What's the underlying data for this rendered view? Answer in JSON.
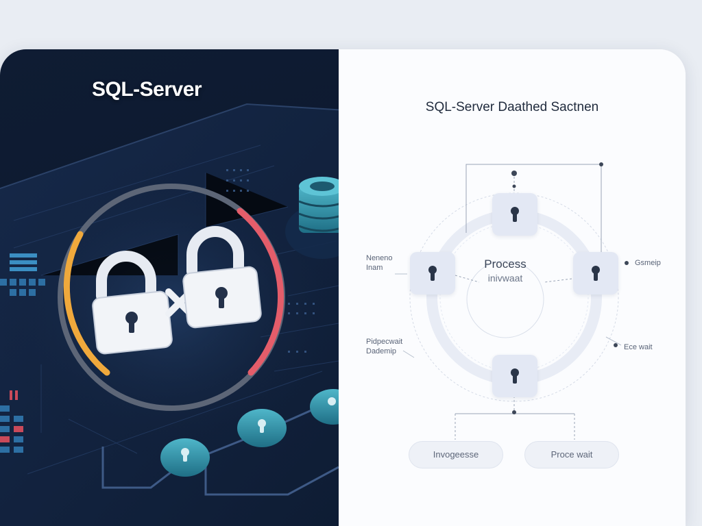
{
  "left_panel": {
    "title": "SQL-Server"
  },
  "right_panel": {
    "title": "SQL-Server Daathed Sactnen",
    "center": {
      "line1": "Process",
      "line2": "inivwaat"
    },
    "labels": {
      "left_top_1": "Neneno",
      "left_top_2": "Inam",
      "right_top": "Gsmeip",
      "left_bottom_1": "Pidpecwait",
      "left_bottom_2": "Dademip",
      "right_bottom": "Ece wait"
    },
    "pills": {
      "left": "Invogeesse",
      "right": "Proce wait"
    }
  },
  "colors": {
    "dark_bg": "#0f1c33",
    "ring_orange": "#f0a93c",
    "ring_red": "#e45d6a",
    "ring_gray": "#5d6677",
    "teal": "#2f93a8",
    "node_bg": "#e3e8f4",
    "node_icon": "#2a3548"
  },
  "icons": [
    "padlock-icon",
    "cross-icon",
    "keyhole-icon",
    "database-icon"
  ]
}
